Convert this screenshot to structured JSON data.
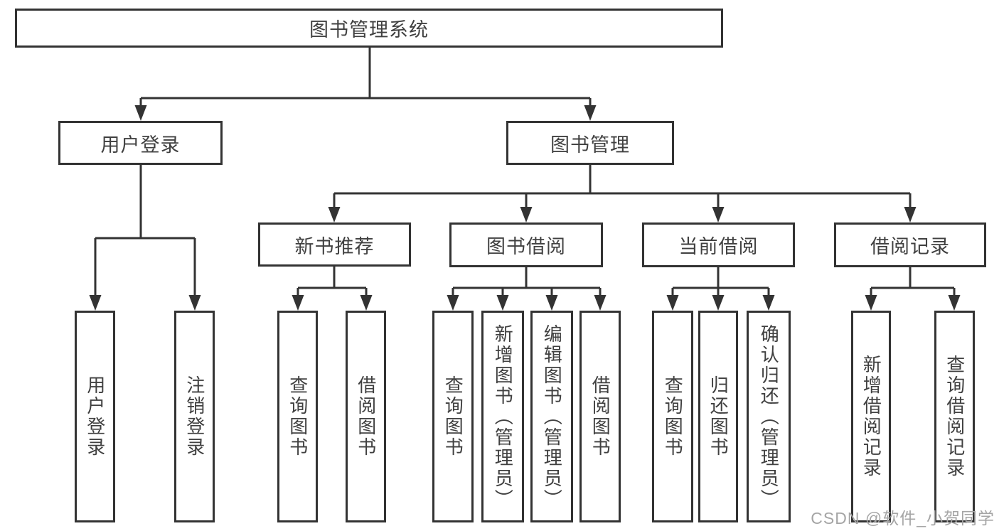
{
  "diagram": {
    "root": "图书管理系统",
    "level2": {
      "user_login": "用户登录",
      "book_management": "图书管理"
    },
    "level3": {
      "new_book_recommend": "新书推荐",
      "book_borrow": "图书借阅",
      "current_borrow": "当前借阅",
      "borrow_records": "借阅记录"
    },
    "leaves": {
      "user_login_children": [
        "用户登录",
        "注销登录"
      ],
      "new_book_children": [
        "查询图书",
        "借阅图书"
      ],
      "book_borrow_children": [
        "查询图书",
        "新增图书（管理员）",
        "编辑图书（管理员）",
        "借阅图书"
      ],
      "current_borrow_children": [
        "查询图书",
        "归还图书",
        "确认归还（管理员）"
      ],
      "borrow_records_children": [
        "新增借阅记录",
        "查询借阅记录"
      ]
    }
  },
  "watermark": "CSDN @软件_小贺同学",
  "colors": {
    "line": "#333333",
    "text": "#404040",
    "background": "#ffffff",
    "watermark": "#a5a5a5"
  }
}
